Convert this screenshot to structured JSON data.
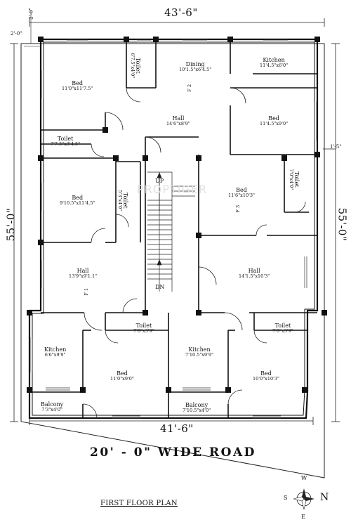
{
  "plan": {
    "title": "FIRST FLOOR PLAN",
    "road": "20' - 0\" WIDE ROAD",
    "watermark": "PROPTIGER",
    "dims": {
      "top": "43'-6\"",
      "bottom": "41'-6\"",
      "left": "55'-0\"",
      "right": "55'-0\"",
      "top_left_offset": "2'-0\"",
      "left_top_offset": "2'-0\"",
      "right_offset": "1'-5\""
    },
    "flat_labels": {
      "f1": "F 1",
      "f2": "F 2",
      "f3": "F 3"
    },
    "stair": {
      "up": "UP",
      "dn": "DN"
    },
    "compass": {
      "w": "W",
      "n": "N",
      "s": "S",
      "e": "E"
    },
    "rooms": {
      "bed_tl": {
        "name": "Bed",
        "dim": "11'0\"x11'7.5\""
      },
      "toilet_top": {
        "name": "Toilet",
        "dim": "6'7.5\"x4'0\""
      },
      "dining": {
        "name": "Dining",
        "dim": "10'1.5\"x6'4.5\""
      },
      "kitchen_tr": {
        "name": "Kitchen",
        "dim": "11'4.5\"x6'0\""
      },
      "hall_top": {
        "name": "Hall",
        "dim": "14'6\"x8'9\""
      },
      "bed_tr": {
        "name": "Bed",
        "dim": "11'4.5\"x9'0\""
      },
      "toilet_ml": {
        "name": "Toilet",
        "dim": "7'7.5\"x3'4.5\""
      },
      "bed_ml": {
        "name": "Bed",
        "dim": "9'10.5\"x11'4.5\""
      },
      "toilet_mid": {
        "name": "Toilet",
        "dim": "5'3\"x4'0\""
      },
      "bed_mr": {
        "name": "Bed",
        "dim": "11'6\"x10'3\""
      },
      "toilet_mr": {
        "name": "Toilet",
        "dim": "7'0\"x4'0\""
      },
      "hall_l": {
        "name": "Hall",
        "dim": "13'9\"x9'1.1\""
      },
      "hall_r": {
        "name": "Hall",
        "dim": "14'1.5\"x10'3\""
      },
      "toilet_bl": {
        "name": "Toilet",
        "dim": "7'0\"x3'9\""
      },
      "toilet_br": {
        "name": "Toilet",
        "dim": "7'0\"x3'9\""
      },
      "kitchen_bl": {
        "name": "Kitchen",
        "dim": "6'6\"x9'9\""
      },
      "kitchen_bm": {
        "name": "Kitchen",
        "dim": "7'10.5\"x9'9\""
      },
      "bed_bl": {
        "name": "Bed",
        "dim": "11'0\"x9'0\""
      },
      "bed_br": {
        "name": "Bed",
        "dim": "10'0\"x10'3\""
      },
      "balcony_l": {
        "name": "Balcony",
        "dim": "7'3\"x4'0\""
      },
      "balcony_r": {
        "name": "Balcony",
        "dim": "7'10.5\"x4'0\""
      }
    }
  }
}
